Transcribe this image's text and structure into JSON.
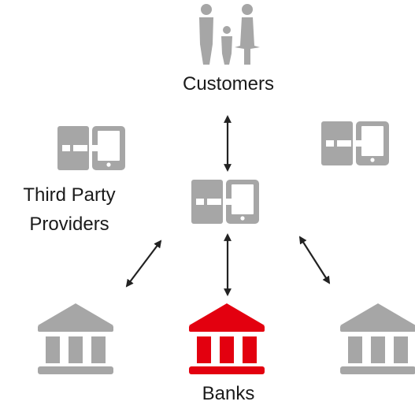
{
  "nodes": {
    "customers": {
      "label": "Customers",
      "icon": "family-icon"
    },
    "third_party": {
      "label_line1": "Third Party",
      "label_line2": "Providers",
      "icon": "tpp-app-icon"
    },
    "banks": {
      "label": "Banks",
      "icon": "bank-icon"
    }
  },
  "colors": {
    "icon_gray": "#a6a6a6",
    "highlight_red": "#e3000f",
    "arrow": "#222222",
    "text": "#1a1a1a"
  }
}
